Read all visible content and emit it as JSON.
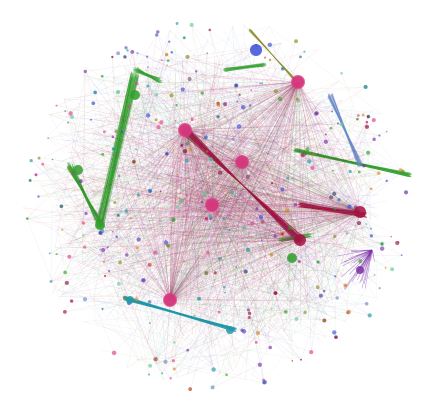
{
  "graph": {
    "background": "#ffffff",
    "palette": {
      "crimson": "#a3123f",
      "green": "#2f9e2a",
      "violet": "#7a2fa8",
      "blue": "#3a4fd8",
      "teal": "#1e9aa8",
      "pink": "#e0408a",
      "olive": "#8a8a1e",
      "orange": "#d98a2a",
      "steel": "#6a8ac8",
      "mint": "#6cc9a0"
    },
    "clusters": [
      {
        "name": "central-crimson-hub",
        "color": "crimson",
        "weight": 1.0
      },
      {
        "name": "left-green-cluster",
        "color": "green",
        "weight": 0.7
      },
      {
        "name": "right-violet-fan",
        "color": "violet",
        "weight": 0.4
      },
      {
        "name": "bottom-teal-band",
        "color": "teal",
        "weight": 0.35
      },
      {
        "name": "top-blue-cluster",
        "color": "blue",
        "weight": 0.3
      }
    ]
  }
}
